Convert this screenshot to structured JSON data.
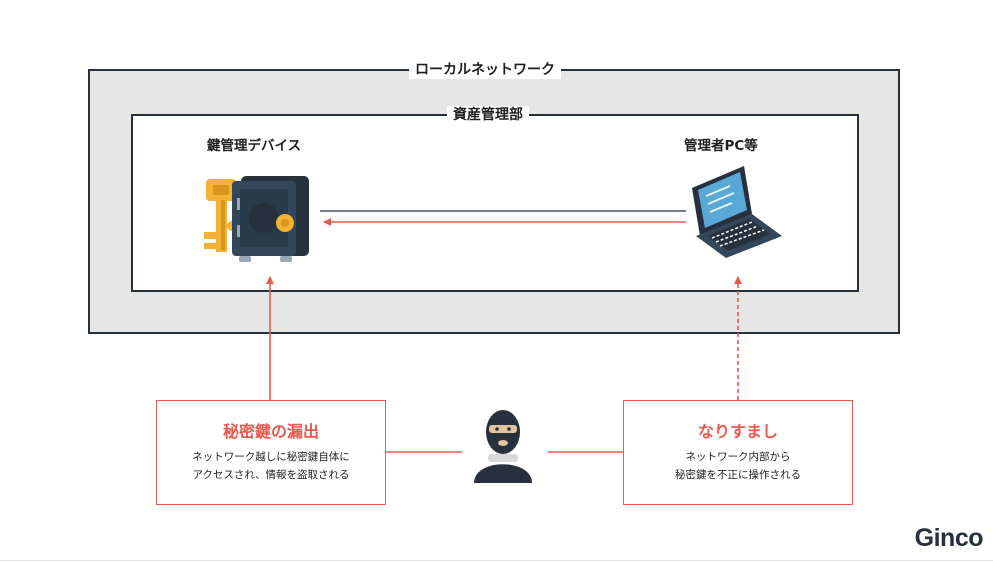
{
  "network": {
    "label": "ローカルネットワーク"
  },
  "department": {
    "label": "資産管理部"
  },
  "devices": {
    "key_device": "鍵管理デバイス",
    "admin_pc": "管理者PC等"
  },
  "threats": {
    "leak": {
      "title": "秘密鍵の漏出",
      "line1": "ネットワーク越しに秘密鍵自体に",
      "line2": "アクセスされ、情報を盗取される"
    },
    "spoof": {
      "title": "なりすまし",
      "line1": "ネットワーク内部から",
      "line2": "秘密鍵を不正に操作される"
    }
  },
  "brand": "Ginco",
  "colors": {
    "accent_red": "#e85a4f",
    "navy": "#26313d",
    "gold": "#f2b233",
    "network_bg": "#e6e6e6"
  },
  "icons": [
    "key-icon",
    "safe-icon",
    "laptop-icon",
    "hacker-icon"
  ]
}
